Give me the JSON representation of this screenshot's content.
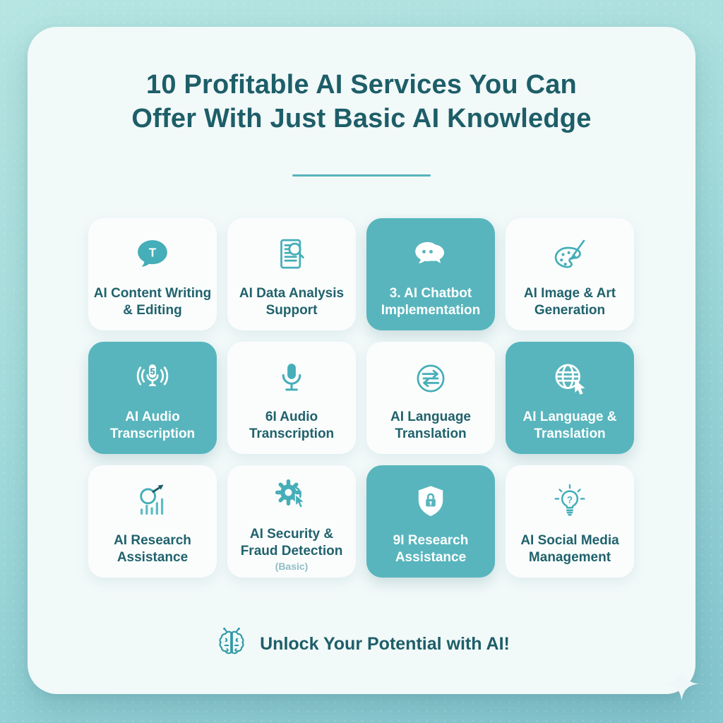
{
  "page": {
    "title_line1": "10 Profitable AI Services You Can",
    "title_line2": "Offer With Just Basic AI Knowledge",
    "footer_text": "Unlock Your Potential with AI!",
    "footer_icon": "brain-icon",
    "corner_decoration": "sparkle-icon"
  },
  "cards": [
    {
      "label": "AI Content Writing & Editing",
      "icon": "speech-bubble-t-icon",
      "variant": "white"
    },
    {
      "label": "AI Data Analysis Support",
      "icon": "document-search-icon",
      "variant": "white"
    },
    {
      "label": "3. AI Chatbot Implementation",
      "icon": "chat-bubbles-icon",
      "variant": "teal"
    },
    {
      "label": "AI Image & Art Generation",
      "icon": "palette-brush-icon",
      "variant": "white"
    },
    {
      "label": "AI Audio Transcription",
      "icon": "microphone-soundwaves-icon",
      "variant": "teal"
    },
    {
      "label": "6I Audio Transcription",
      "icon": "microphone-icon",
      "variant": "white"
    },
    {
      "label": "AI Language Translation",
      "icon": "translation-arrows-icon",
      "variant": "white"
    },
    {
      "label": "AI Language & Translation",
      "icon": "globe-cursor-icon",
      "variant": "teal"
    },
    {
      "label": "AI Research Assistance",
      "icon": "growth-chart-icon",
      "variant": "white"
    },
    {
      "label": "AI Security & Fraud Detection",
      "sublabel": "(Basic)",
      "icon": "gear-cursor-icon",
      "variant": "white"
    },
    {
      "label": "9I Research Assistance",
      "icon": "shield-lock-icon",
      "variant": "teal"
    },
    {
      "label": "AI Social Media Management",
      "icon": "lightbulb-question-icon",
      "variant": "white"
    }
  ],
  "colors": {
    "background_top": "#b6e5e2",
    "background_bottom": "#84c5ce",
    "panel": "#f2f9f9",
    "card_white": "#fbfdfd",
    "card_teal": "#58b5bd",
    "icon_teal": "#45aeb8",
    "text_dark_teal": "#1d5e68",
    "text_white": "#ffffff",
    "sublabel_teal_gray": "#8fbec5",
    "divider_teal": "#56b3bc"
  }
}
